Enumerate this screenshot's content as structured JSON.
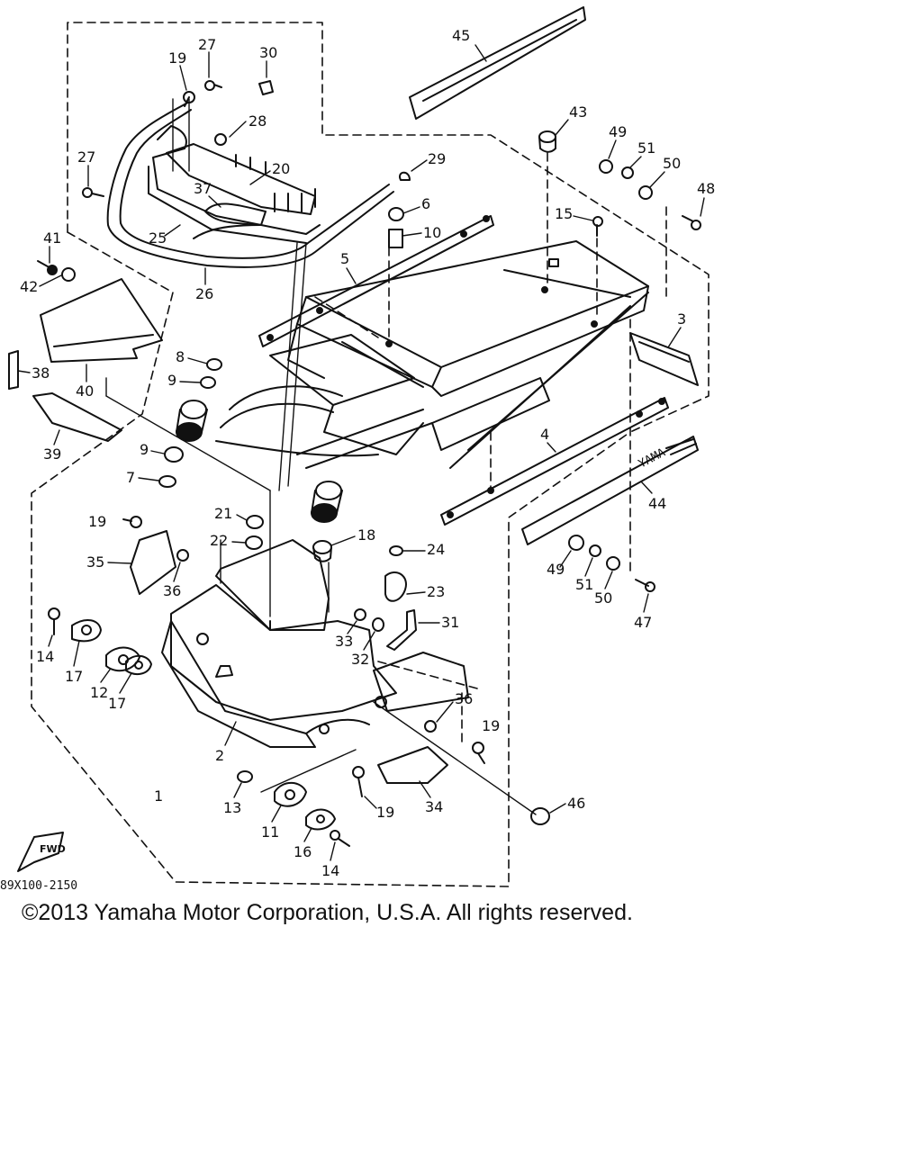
{
  "diagram": {
    "reference_code": "89X100-2150",
    "fwd_label": "FWD",
    "callouts": [
      {
        "id": "1",
        "text": "1"
      },
      {
        "id": "2",
        "text": "2"
      },
      {
        "id": "3",
        "text": "3"
      },
      {
        "id": "4",
        "text": "4"
      },
      {
        "id": "5",
        "text": "5"
      },
      {
        "id": "6",
        "text": "6"
      },
      {
        "id": "7",
        "text": "7"
      },
      {
        "id": "8",
        "text": "8"
      },
      {
        "id": "9a",
        "text": "9"
      },
      {
        "id": "9b",
        "text": "9"
      },
      {
        "id": "10",
        "text": "10"
      },
      {
        "id": "11",
        "text": "11"
      },
      {
        "id": "12",
        "text": "12"
      },
      {
        "id": "13",
        "text": "13"
      },
      {
        "id": "14a",
        "text": "14"
      },
      {
        "id": "14b",
        "text": "14"
      },
      {
        "id": "15",
        "text": "15"
      },
      {
        "id": "16",
        "text": "16"
      },
      {
        "id": "17a",
        "text": "17"
      },
      {
        "id": "17b",
        "text": "17"
      },
      {
        "id": "18",
        "text": "18"
      },
      {
        "id": "19a",
        "text": "19"
      },
      {
        "id": "19b",
        "text": "19"
      },
      {
        "id": "19c",
        "text": "19"
      },
      {
        "id": "19d",
        "text": "19"
      },
      {
        "id": "20",
        "text": "20"
      },
      {
        "id": "21",
        "text": "21"
      },
      {
        "id": "22",
        "text": "22"
      },
      {
        "id": "23",
        "text": "23"
      },
      {
        "id": "24",
        "text": "24"
      },
      {
        "id": "25",
        "text": "25"
      },
      {
        "id": "26",
        "text": "26"
      },
      {
        "id": "27a",
        "text": "27"
      },
      {
        "id": "27b",
        "text": "27"
      },
      {
        "id": "28",
        "text": "28"
      },
      {
        "id": "29",
        "text": "29"
      },
      {
        "id": "30",
        "text": "30"
      },
      {
        "id": "31",
        "text": "31"
      },
      {
        "id": "32",
        "text": "32"
      },
      {
        "id": "33",
        "text": "33"
      },
      {
        "id": "34",
        "text": "34"
      },
      {
        "id": "35",
        "text": "35"
      },
      {
        "id": "36a",
        "text": "36"
      },
      {
        "id": "36b",
        "text": "36"
      },
      {
        "id": "37",
        "text": "37"
      },
      {
        "id": "38",
        "text": "38"
      },
      {
        "id": "39",
        "text": "39"
      },
      {
        "id": "40",
        "text": "40"
      },
      {
        "id": "41",
        "text": "41"
      },
      {
        "id": "42",
        "text": "42"
      },
      {
        "id": "43",
        "text": "43"
      },
      {
        "id": "44",
        "text": "44"
      },
      {
        "id": "45",
        "text": "45"
      },
      {
        "id": "46",
        "text": "46"
      },
      {
        "id": "47",
        "text": "47"
      },
      {
        "id": "48",
        "text": "48"
      },
      {
        "id": "49a",
        "text": "49"
      },
      {
        "id": "49b",
        "text": "49"
      },
      {
        "id": "50a",
        "text": "50"
      },
      {
        "id": "50b",
        "text": "50"
      },
      {
        "id": "51a",
        "text": "51"
      },
      {
        "id": "51b",
        "text": "51"
      }
    ]
  },
  "footer": {
    "copyright": "©2013 Yamaha Motor Corporation, U.S.A. All rights reserved."
  }
}
